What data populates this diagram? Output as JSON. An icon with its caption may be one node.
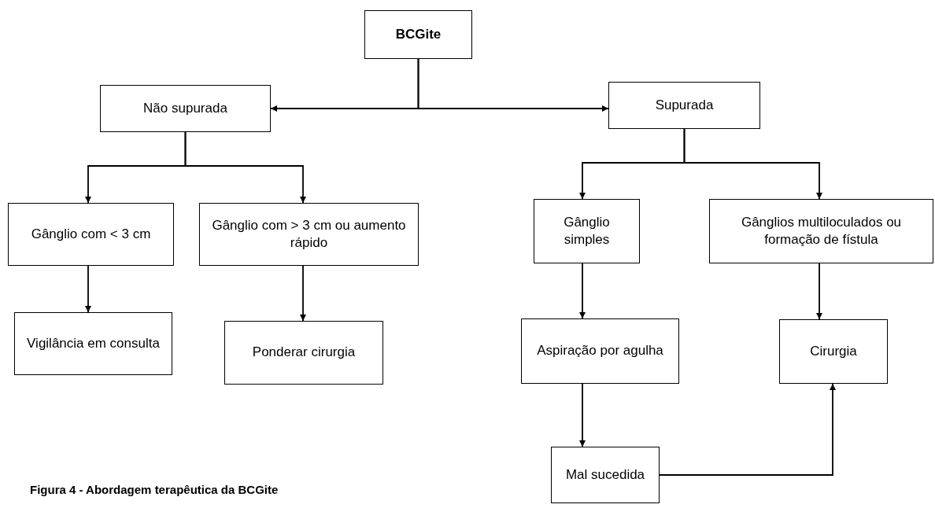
{
  "diagram": {
    "caption": "Figura 4 - Abordagem terapêutica da BCGite",
    "nodes": [
      {
        "text": [
          "BCGite"
        ]
      },
      {
        "text": [
          "Não supurada"
        ]
      },
      {
        "text": [
          "Supurada"
        ]
      },
      {
        "text": [
          "Gânglio com < 3 cm"
        ]
      },
      {
        "text": [
          "Gânglio com > 3 cm ou aumento rápido"
        ]
      },
      {
        "text": [
          "Gânglio simples"
        ]
      },
      {
        "text": [
          "Gânglios multiloculados ou formação de fístula"
        ]
      },
      {
        "text": [
          "Vigilância em consulta"
        ]
      },
      {
        "text": [
          "Ponderar cirurgia"
        ]
      },
      {
        "text": [
          "Aspiração por agulha"
        ]
      },
      {
        "text": [
          "Cirurgia"
        ]
      },
      {
        "text": [
          "Mal sucedida"
        ]
      }
    ],
    "edges": [
      {
        "from": 0,
        "to": 1,
        "arrow": "to"
      },
      {
        "from": 0,
        "to": 2,
        "arrow": "to"
      },
      {
        "from": 1,
        "to": 3,
        "arrow": "to"
      },
      {
        "from": 1,
        "to": 4,
        "arrow": "to"
      },
      {
        "from": 2,
        "to": 5,
        "arrow": "to"
      },
      {
        "from": 2,
        "to": 6,
        "arrow": "to"
      },
      {
        "from": 3,
        "to": 7,
        "arrow": "to"
      },
      {
        "from": 4,
        "to": 8,
        "arrow": "to"
      },
      {
        "from": 5,
        "to": 9,
        "arrow": "to"
      },
      {
        "from": 6,
        "to": 10,
        "arrow": "to"
      },
      {
        "from": 9,
        "to": 11,
        "arrow": "to"
      },
      {
        "from": 11,
        "to": 10,
        "arrow": "to"
      }
    ]
  }
}
